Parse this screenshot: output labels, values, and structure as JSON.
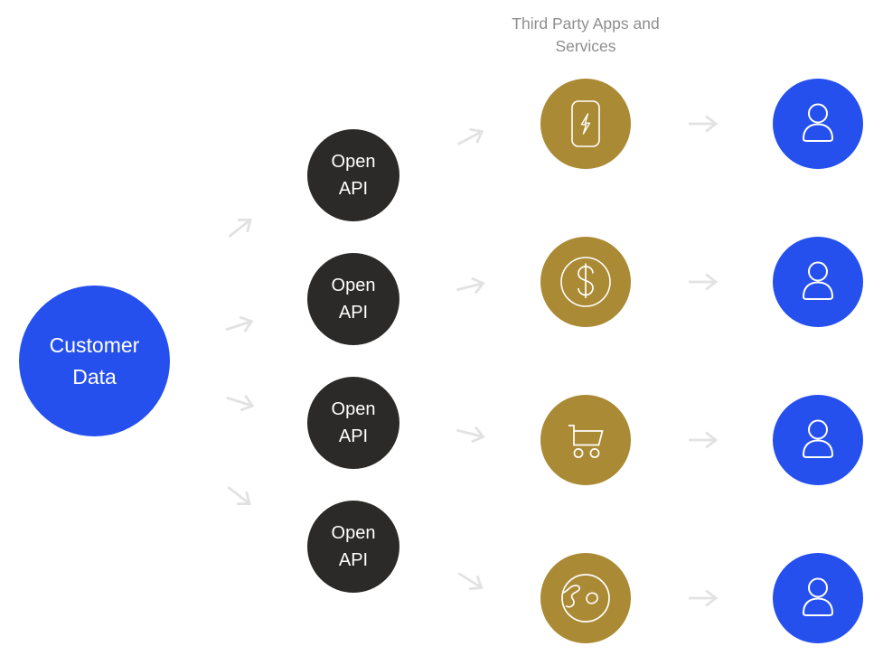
{
  "header": {
    "label": "Third Party Apps and Services"
  },
  "flow": {
    "source": {
      "label": "Customer Data"
    },
    "api_nodes": [
      {
        "label": "Open API"
      },
      {
        "label": "Open API"
      },
      {
        "label": "Open API"
      },
      {
        "label": "Open API"
      }
    ],
    "app_nodes": [
      {
        "icon": "phone-charging-icon"
      },
      {
        "icon": "dollar-circle-icon"
      },
      {
        "icon": "shopping-cart-icon"
      },
      {
        "icon": "globe-icon"
      }
    ],
    "user_nodes": [
      {
        "icon": "person-icon"
      },
      {
        "icon": "person-icon"
      },
      {
        "icon": "person-icon"
      },
      {
        "icon": "person-icon"
      }
    ]
  },
  "colors": {
    "node_blue": "#2550EE",
    "node_dark": "#2B2A28",
    "node_gold": "#AB8A35",
    "arrow": "#E2E2E2",
    "header_text": "#8E8E8E",
    "icon_stroke": "#FFFFFF",
    "label_text": "#FFFFFF"
  }
}
